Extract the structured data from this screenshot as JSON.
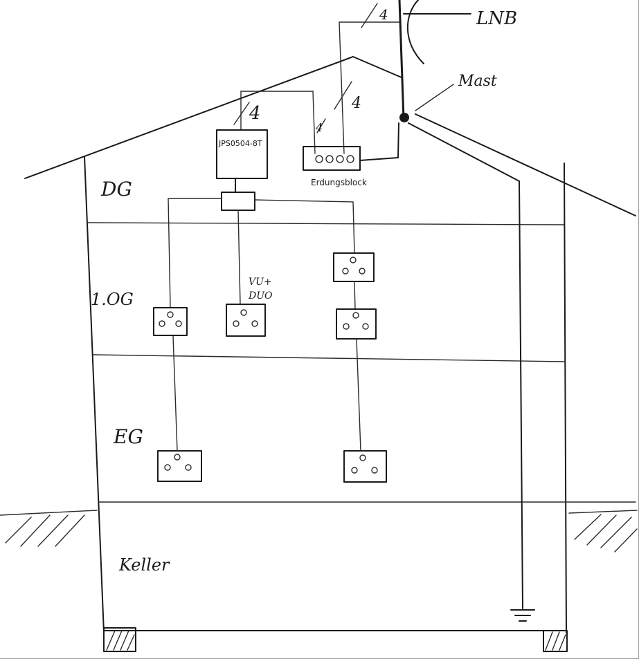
{
  "labels": {
    "lnb": "LNB",
    "mast": "Mast",
    "multiswitch": "JPS0504-8T",
    "grounding_block": "Erdungsblock",
    "receiver": "VU+ DUO",
    "receiver_line1": "VU+",
    "receiver_line2": "DUO",
    "floor_dg": "DG",
    "floor_1og": "1.OG",
    "floor_eg": "EG",
    "floor_basement": "Keller",
    "cable_count": "4"
  },
  "colors": {
    "ink": "#1a1a1a",
    "paper": "#ffffff",
    "faint": "#9a9a9a"
  }
}
